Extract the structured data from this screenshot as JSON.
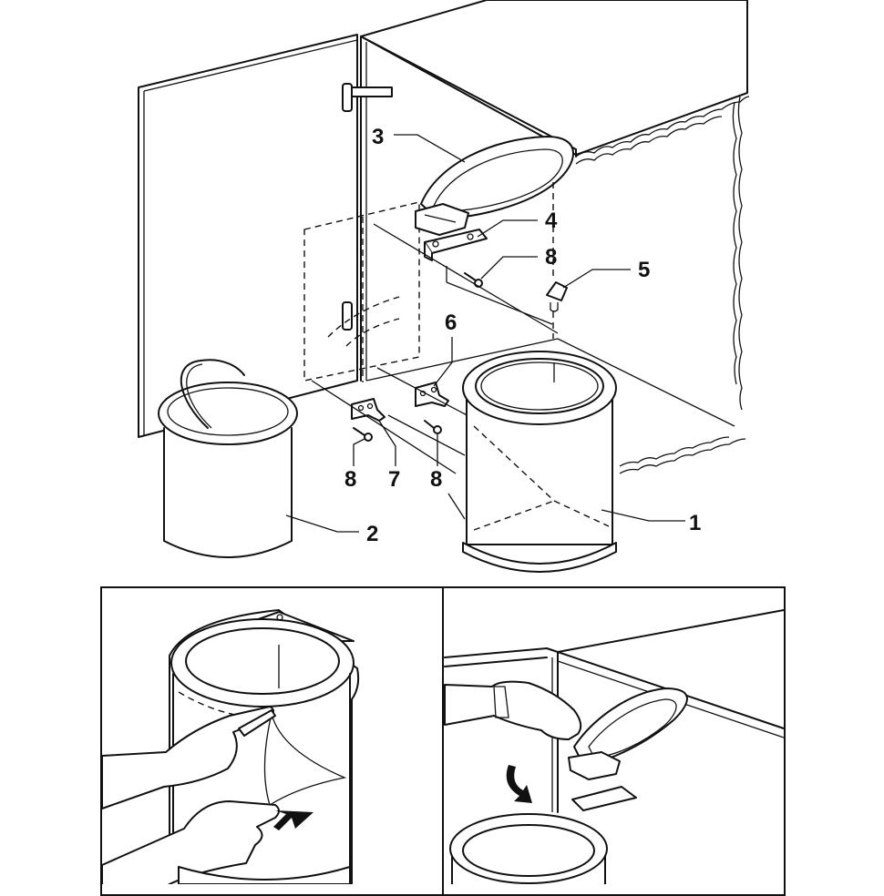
{
  "diagram": {
    "type": "assembly-instructions",
    "main_view": {
      "description": "Exploded view of a swing-out waste bin mounted inside a corner base cabinet with open door",
      "callouts": [
        {
          "id": "1",
          "label": "1",
          "part": "inner bin frame / holder ring"
        },
        {
          "id": "2",
          "label": "2",
          "part": "removable bucket with handle"
        },
        {
          "id": "3",
          "label": "3",
          "part": "lid"
        },
        {
          "id": "4",
          "label": "4",
          "part": "upper mounting bracket"
        },
        {
          "id": "5",
          "label": "5",
          "part": "lid catch"
        },
        {
          "id": "6",
          "label": "6",
          "part": "lower right mounting bracket"
        },
        {
          "id": "7",
          "label": "7",
          "part": "lower left mounting bracket"
        },
        {
          "id": "8a",
          "label": "8",
          "part": "screw (upper)"
        },
        {
          "id": "8b",
          "label": "8",
          "part": "screw (lower left)"
        },
        {
          "id": "8c",
          "label": "8",
          "part": "screw (lower right)"
        }
      ]
    },
    "panels": [
      {
        "id": "step-remove-film",
        "description": "Hands cutting and peeling protective film from bin holder",
        "arrow": "down-left"
      },
      {
        "id": "step-attach-lid",
        "description": "Hand pressing lid onto hinge bracket under cabinet top",
        "arrow": "curved-down"
      }
    ],
    "colors": {
      "line": "#111111",
      "background": "#ffffff"
    }
  }
}
